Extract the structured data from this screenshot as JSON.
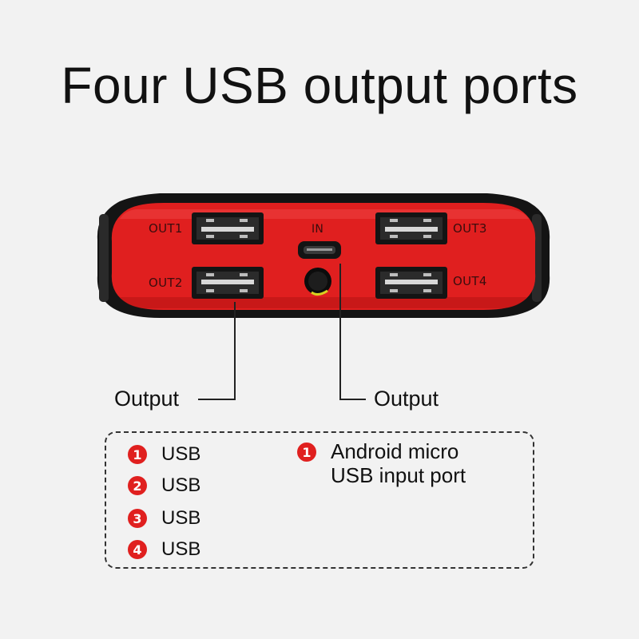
{
  "title": "Four USB output ports",
  "ports": {
    "out1": "OUT1",
    "out2": "OUT2",
    "out3": "OUT3",
    "out4": "OUT4",
    "in": "IN"
  },
  "callouts": {
    "left": "Output",
    "right": "Output"
  },
  "legend": {
    "left_items": [
      {
        "num": "1",
        "label": "USB"
      },
      {
        "num": "2",
        "label": "USB"
      },
      {
        "num": "3",
        "label": "USB"
      },
      {
        "num": "4",
        "label": "USB"
      }
    ],
    "right_item": {
      "num": "1",
      "line1": "Android micro",
      "line2": "USB input port"
    }
  },
  "colors": {
    "body_red": "#e01f1f",
    "frame_black": "#141414",
    "badge_red": "#e0201f"
  }
}
